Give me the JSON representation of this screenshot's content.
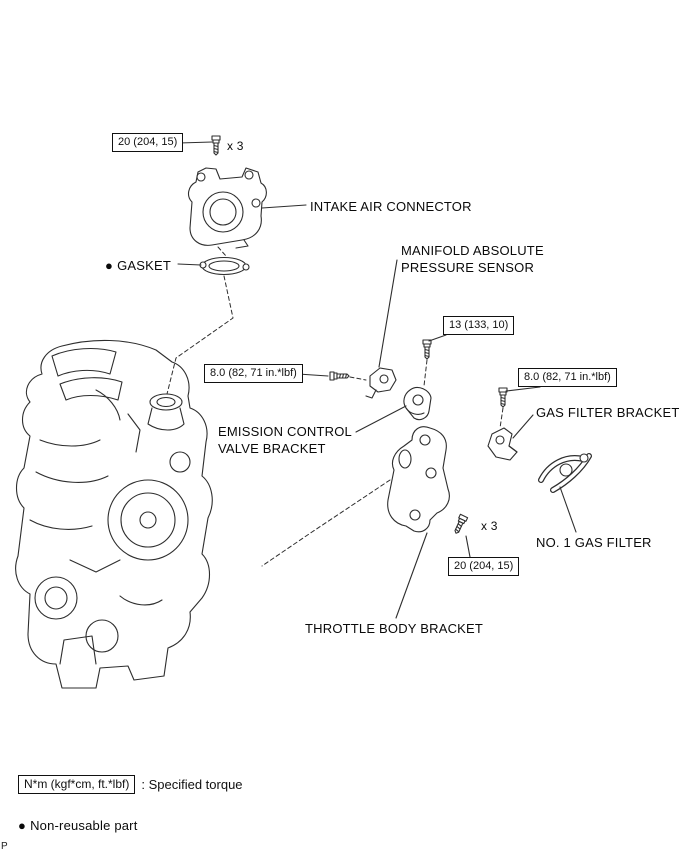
{
  "page": {
    "corner_mark": "P"
  },
  "diagram": {
    "bullet": "●",
    "labels": {
      "intake_air_connector": "INTAKE AIR CONNECTOR",
      "gasket": "GASKET",
      "map_sensor_line1": "MANIFOLD ABSOLUTE",
      "map_sensor_line2": "PRESSURE SENSOR",
      "emission_line1": "EMISSION CONTROL",
      "emission_line2": "VALVE BRACKET",
      "gas_filter_bracket": "GAS FILTER BRACKET",
      "no1_gas_filter": "NO. 1 GAS FILTER",
      "throttle_body_bracket": "THROTTLE BODY BRACKET"
    },
    "torque": {
      "intake_bolts": "20 (204, 15)",
      "intake_count": "x 3",
      "map_bolt": "13 (133, 10)",
      "emission_bolt": "8.0 (82, 71 in.*lbf)",
      "gas_filter_bolt": "8.0 (82, 71 in.*lbf)",
      "throttle_bolts": "20 (204, 15)",
      "throttle_count": "x 3"
    }
  },
  "legend": {
    "torque_unit": "N*m (kgf*cm, ft.*lbf)",
    "torque_desc": ": Specified torque",
    "non_reusable": "Non-reusable part"
  }
}
